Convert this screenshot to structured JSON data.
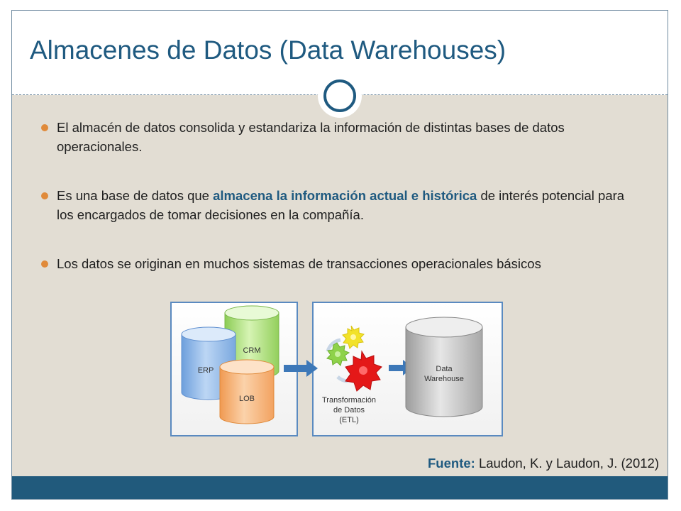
{
  "slide": {
    "title": "Almacenes de Datos (Data Warehouses)",
    "bullets": [
      {
        "text": "El almacén de datos consolida y estandariza la información de distintas bases de datos operacionales."
      },
      {
        "before": "Es una base de datos que ",
        "highlight": "almacena la información actual e histórica",
        "after": " de interés potencial para los encargados de tomar decisiones en la compañía."
      },
      {
        "text": "Los datos se originan en muchos sistemas de transacciones operacionales básicos"
      }
    ],
    "source_label": "Fuente:",
    "source_text": "Laudon, K. y Laudon, J. (2012)"
  },
  "diagram": {
    "sources": [
      "ERP",
      "CRM",
      "LOB"
    ],
    "transform_label": [
      "Transformación",
      "de Datos",
      "(ETL)"
    ],
    "target_label": [
      "Data",
      "Warehouse"
    ]
  },
  "colors": {
    "title": "#1f5a80",
    "content_background": "#e2ddd3",
    "footer_bar": "#215a7c",
    "bullet": "#e08a3a",
    "erp_cylinder": "#9ec3ec",
    "crm_cylinder": "#b8e88c",
    "lob_cylinder": "#f6b47a",
    "warehouse_cylinder": "#c8c8c8",
    "arrow": "#3d78b8",
    "gear_yellow": "#f2e22a",
    "gear_green": "#8ed24a",
    "gear_red": "#e41818"
  }
}
